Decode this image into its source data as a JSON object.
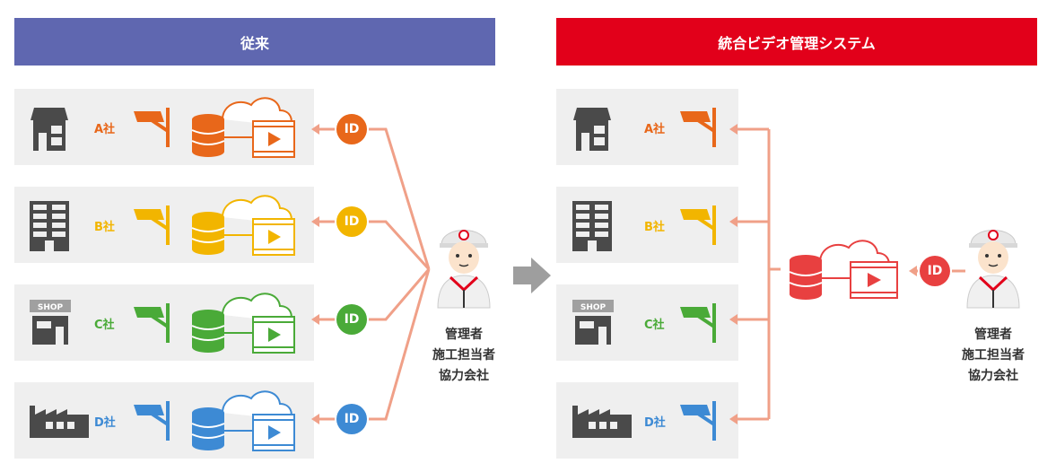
{
  "left_header": {
    "label": "従来",
    "color": "#5f67b0"
  },
  "right_header": {
    "label": "統合ビデオ管理システム",
    "color": "#e2001a"
  },
  "companies": [
    {
      "label": "A社",
      "color": "#e8671a",
      "building_icon": "house-icon"
    },
    {
      "label": "B社",
      "color": "#f2b500",
      "building_icon": "office-building-icon"
    },
    {
      "label": "C社",
      "color": "#4aaa38",
      "building_icon": "shop-icon",
      "sign": "SHOP"
    },
    {
      "label": "D社",
      "color": "#3d8ad4",
      "building_icon": "factory-icon"
    }
  ],
  "id_label": "ID",
  "integrated_color": "#e84040",
  "arrow_color": "#f0a088",
  "roles_text": [
    "管理者",
    "施工担当者",
    "協力会社"
  ]
}
